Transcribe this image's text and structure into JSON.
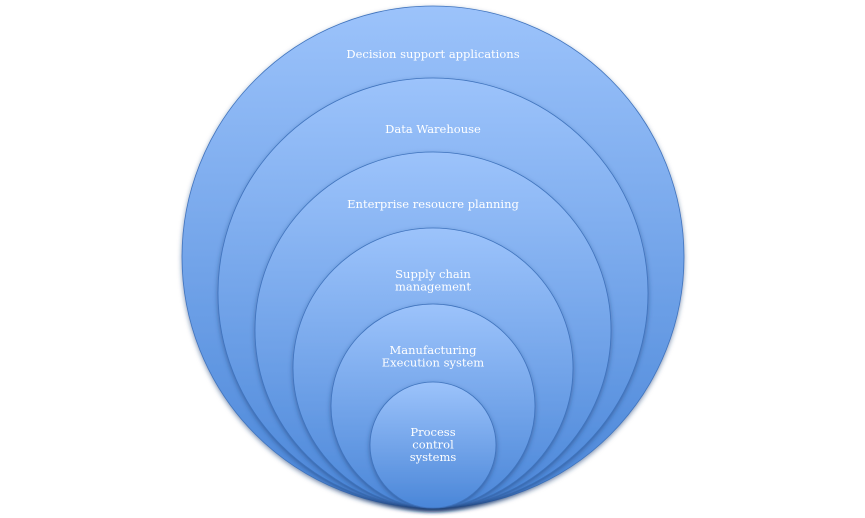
{
  "diagram": {
    "type": "nested-circles",
    "levels": [
      {
        "lines": [
          "Decision support applications"
        ]
      },
      {
        "lines": [
          "Data Warehouse"
        ]
      },
      {
        "lines": [
          "Enterprise resoucre planning"
        ]
      },
      {
        "lines": [
          "Supply chain",
          "management"
        ]
      },
      {
        "lines": [
          "Manufacturing",
          "Execution system"
        ]
      },
      {
        "lines": [
          "Process",
          "control",
          "systems"
        ]
      }
    ],
    "colors": {
      "fill_top": "#9cc3fb",
      "fill_bottom": "#4a86d8",
      "edge": "#3f73bd"
    }
  }
}
